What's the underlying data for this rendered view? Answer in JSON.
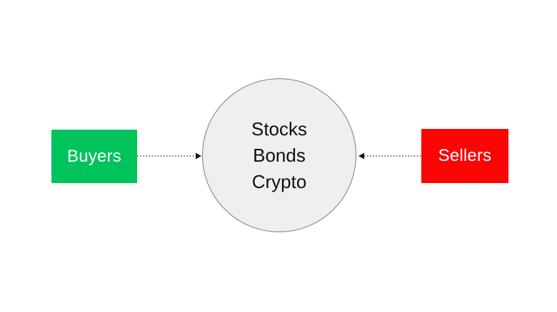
{
  "diagram": {
    "background": "#ffffff",
    "nodes": {
      "buyers": {
        "label": "Buyers",
        "fill": "#00c45b",
        "text_color": "#ffffff",
        "shape": "rectangle"
      },
      "sellers": {
        "label": "Sellers",
        "fill": "#fb0505",
        "text_color": "#ffffff",
        "shape": "rectangle"
      },
      "market": {
        "lines": [
          "Stocks",
          "Bonds",
          "Crypto"
        ],
        "fill": "#efefef",
        "border_color": "#7d7d7d",
        "text_color": "#111111",
        "shape": "circle"
      }
    },
    "edges": [
      {
        "from": "buyers",
        "to": "market",
        "style": "dotted",
        "arrowhead": "filled-triangle",
        "direction": "right"
      },
      {
        "from": "sellers",
        "to": "market",
        "style": "dotted",
        "arrowhead": "filled-triangle",
        "direction": "left"
      }
    ]
  }
}
